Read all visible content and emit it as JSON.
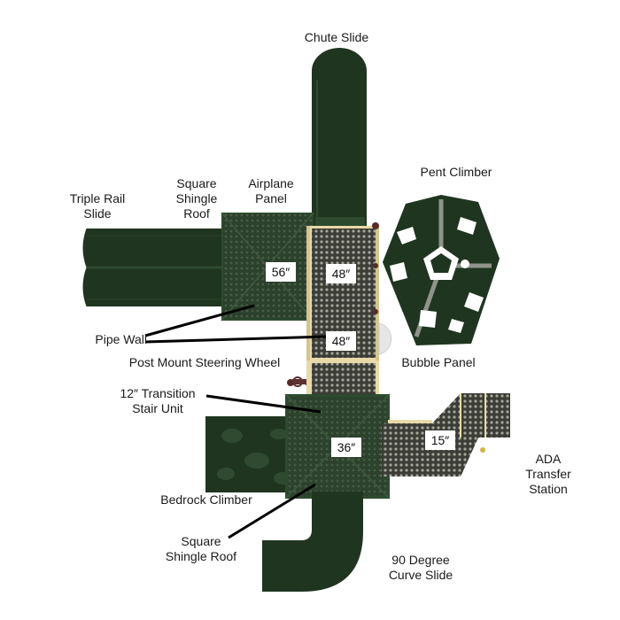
{
  "title": "",
  "labels": {
    "chute_slide": [
      "Chute Slide"
    ],
    "pent_climber": [
      "Pent Climber"
    ],
    "triple_rail_slide": [
      "Triple Rail",
      "Slide"
    ],
    "square_shingle_roof_top": [
      "Square",
      "Shingle",
      "Roof"
    ],
    "airplane_panel": [
      "Airplane",
      "Panel"
    ],
    "pipe_wall": [
      "Pipe Wall"
    ],
    "post_mount_steering_wheel": [
      "Post Mount Steering Wheel"
    ],
    "bubble_panel": [
      "Bubble Panel"
    ],
    "transition_stair": [
      "12″ Transition",
      "Stair Unit"
    ],
    "bedrock_climber": [
      "Bedrock Climber"
    ],
    "square_shingle_roof_bottom": [
      "Square",
      "Shingle Roof"
    ],
    "ada_transfer_station": [
      "ADA",
      "Transfer",
      "Station"
    ],
    "curve_slide": [
      "90 Degree",
      "Curve Slide"
    ]
  },
  "heights": {
    "deck_56": "56″",
    "deck_48_top": "48″",
    "deck_48_bottom": "48″",
    "deck_36": "36″",
    "deck_15": "15″"
  },
  "colors": {
    "dark_green": "#1f3520",
    "mid_green": "#2d4a2e",
    "deck_dark": "#3a4a3a",
    "deck_light": "#8a8f86",
    "tan": "#e8d9a8",
    "white": "#ffffff"
  }
}
